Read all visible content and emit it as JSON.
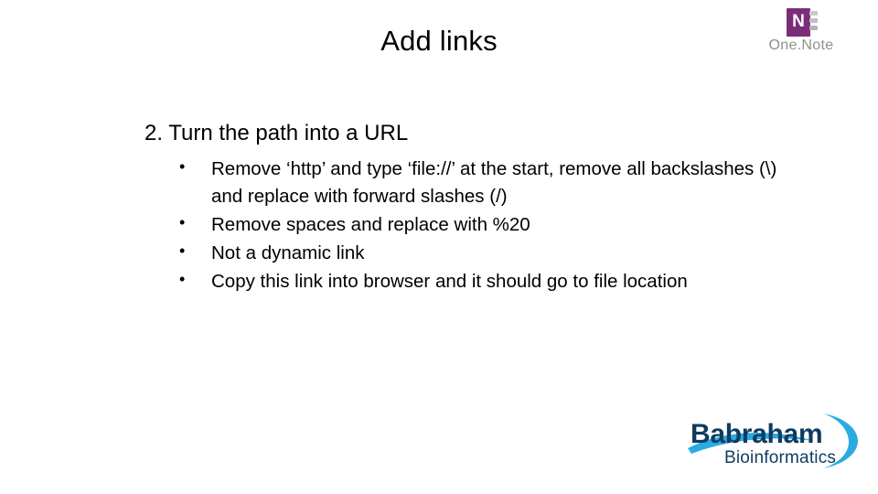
{
  "slide": {
    "title": "Add links",
    "level1": "2. Turn the path into a URL",
    "bullet_marker": "•",
    "bullets": [
      "Remove ‘http’ and type ‘file://’ at the start, remove all backslashes (\\) and replace with forward slashes (/)",
      "Remove spaces and replace with %20",
      "Not a dynamic link",
      "Copy this link into browser and it should go to file location"
    ]
  },
  "onenote_logo": {
    "icon_letter": "N",
    "wordmark": "One.Note"
  },
  "babraham_logo": {
    "name": "Babraham",
    "subtitle": "Bioinformatics",
    "swoosh_color": "#29abe2",
    "text_color": "#0f3b5f"
  }
}
